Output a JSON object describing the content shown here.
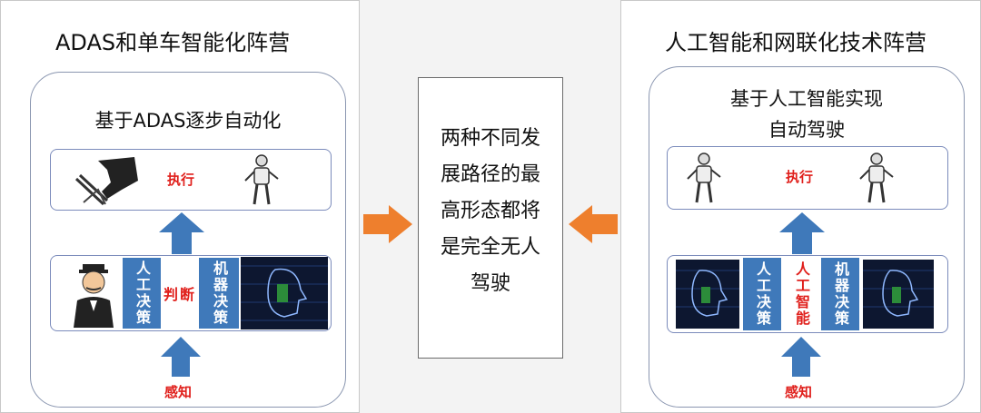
{
  "left": {
    "title": "ADAS和单车智能化阵营",
    "inner_title": "基于ADAS逐步自动化",
    "execute_label": "执行",
    "human_decision": "人工决策",
    "judge_label": "判断",
    "machine_decision": "机器决策",
    "sense_label": "感知"
  },
  "center": {
    "lines": [
      "两种不同发",
      "展路径的最",
      "高形态都将",
      "是完全无人",
      "驾驶"
    ]
  },
  "right": {
    "title": "人工智能和网联化技术阵营",
    "inner_title_lines": [
      "基于人工智能实现",
      "自动驾驶"
    ],
    "execute_label": "执行",
    "human_decision": "人工决策",
    "ai_label": "人工智能",
    "machine_decision": "机器决策",
    "sense_label": "感知"
  },
  "colors": {
    "blue": "#3f79ba",
    "red": "#e0201c",
    "orange": "#ee7f2d",
    "border": "#7b8bbb"
  }
}
